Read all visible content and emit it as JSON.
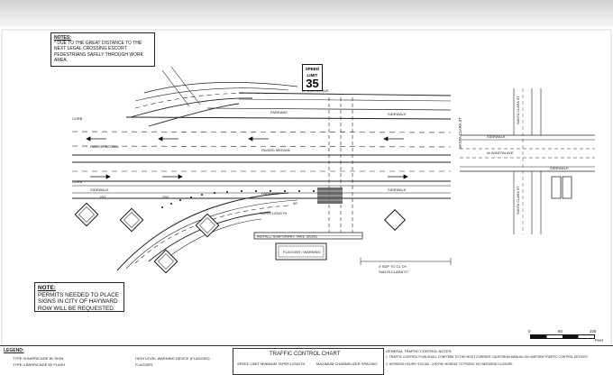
{
  "notes": {
    "top_heading": "NOTES:",
    "top_text": "* DUE TO THE GREAT DISTANCE TO THE NEXT LEGAL CROSSING ESCORT PEDESTRIANS SAFELY THROUGH WORK AREA.",
    "bottom_heading": "NOTE:",
    "bottom_text": "PERMITS NEEDED TO PLACE SIGNS IN CITY OF HAYWARD ROW WILL BE REQUESTED."
  },
  "speed_sign": {
    "word1": "SPEED",
    "word2": "LIMIT",
    "number": "35"
  },
  "street_labels": {
    "winton_main": "W WINTON AVE",
    "santa_clara_main": "SANTA CLARA ST",
    "santa_clara_bottom": "SANTA CLARA ST",
    "winton_inset": "W WINTON AVE",
    "santa_clara_inset_top": "SANTA CLARA ST",
    "santa_clara_inset_bottom": "SANTA CLARA ST"
  },
  "labels": {
    "sidewalk": "SIDEWALK",
    "parkway": "PARKWAY",
    "curb": "CURB",
    "raised_median": "RAISED MEDIAN",
    "install_signs": "INSTALL TEMPORARY TAKE SIGNS",
    "x_sdp": "X SDP TO CL OY",
    "dim_150": "150'",
    "dim_250": "250'",
    "dim_50": "50'",
    "taper": "TAPER LENGTH",
    "flagger_box": "FLAGGER / WARNING"
  },
  "scale": {
    "zero": "0",
    "fifty": "50",
    "hundred": "100",
    "unit": "Feet"
  },
  "title_block": {
    "legend": "LEGEND:",
    "chart_title": "TRAFFIC CONTROL CHART",
    "col_speed": "SPEED LIMIT",
    "col_taper": "MINIMUM TAPER LENGTH",
    "col_spacing": "MAXIMUM CHANNELIZER SPACING",
    "legend1": "TYPE III BARRICADE W/ SIGN",
    "legend2": "TYPE II BARRICADE W/ FLASH",
    "legend3": "HIGH LEVEL WARNING DEVICE (FLAGGED)",
    "legend4": "FLAGGER",
    "gen_notes_title": "GENERAL TRAFFIC CONTROL NOTES:",
    "gen_note1": "1. TRAFFIC CONTROL PLAN SHALL CONFORM TO THE MOST CURRENT CALIFORNIA MANUAL ON UNIFORM TRAFFIC CONTROL DEVICES",
    "gen_note2": "2. WORKING HOURS: 9:00 AM - 3:00 PM, MONDAY TO FRIDAY. NO WEEKEND CLOSURE."
  }
}
